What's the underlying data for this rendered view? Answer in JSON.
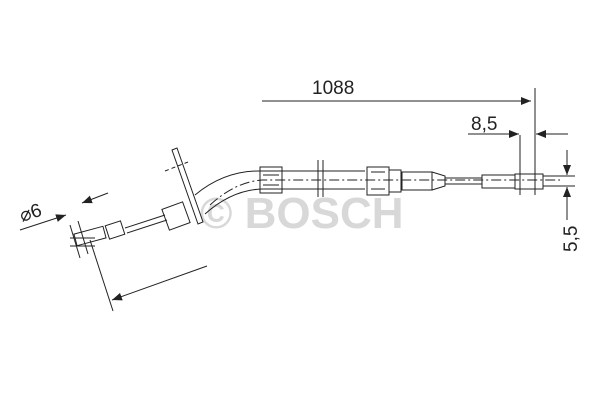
{
  "diagram": {
    "watermark": "© BOSCH",
    "dimensions": {
      "overall_length": "1088",
      "end_fitting_length": "8,5",
      "end_fitting_height": "5,5",
      "diameter": "⌀6"
    },
    "colors": {
      "line": "#222222",
      "watermark": "#cfcfcf"
    }
  }
}
